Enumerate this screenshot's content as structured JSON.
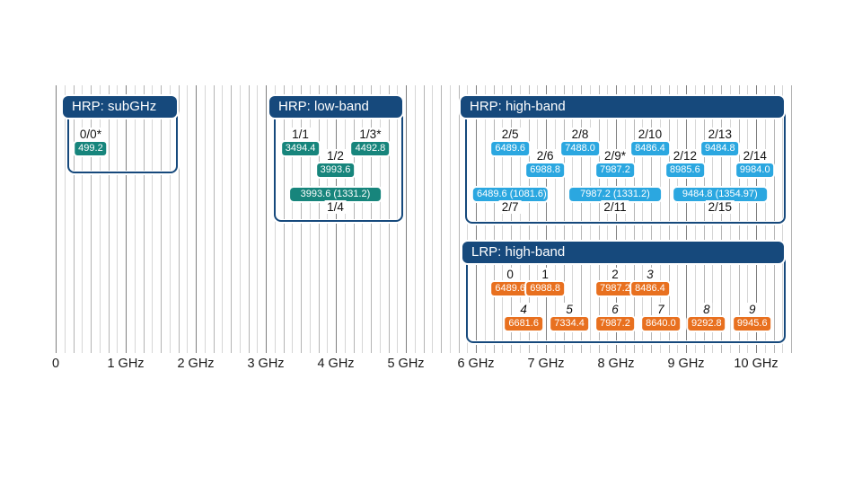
{
  "colors": {
    "navy": "#16497c",
    "teal": "#17857c",
    "blue": "#2ba7e0",
    "orange": "#e8701f",
    "grid_major": "#7f7f7f",
    "grid_medium": "#b4b4b4",
    "grid_minor": "#d6d6d6"
  },
  "axis": {
    "unit": "GHz",
    "ticks": [
      "0",
      "1 GHz",
      "2 GHz",
      "3 GHz",
      "4 GHz",
      "5 GHz",
      "6 GHz",
      "7 GHz",
      "8 GHz",
      "9 GHz",
      "10 GHz"
    ]
  },
  "groups": [
    {
      "id": "hrp-subghz",
      "title": "HRP: subGHz",
      "color_key": "teal",
      "channels": [
        {
          "label": "0/0*",
          "mhz": 499.2,
          "text": "499.2",
          "row": "A"
        }
      ],
      "wide": []
    },
    {
      "id": "hrp-lowband",
      "title": "HRP: low-band",
      "color_key": "teal",
      "channels": [
        {
          "label": "1/1",
          "mhz": 3494.4,
          "text": "3494.4",
          "row": "A"
        },
        {
          "label": "1/2",
          "mhz": 3993.6,
          "text": "3993.6",
          "row": "B"
        },
        {
          "label": "1/3*",
          "mhz": 4492.8,
          "text": "4492.8",
          "row": "A"
        }
      ],
      "wide": [
        {
          "label": "1/4",
          "mhz": 3993.6,
          "bw_mhz": 1331.2,
          "text": "3993.6 (1331.2)"
        }
      ]
    },
    {
      "id": "hrp-highband",
      "title": "HRP: high-band",
      "color_key": "blue",
      "channels": [
        {
          "label": "2/5",
          "mhz": 6489.6,
          "text": "6489.6",
          "row": "A"
        },
        {
          "label": "2/6",
          "mhz": 6988.8,
          "text": "6988.8",
          "row": "B"
        },
        {
          "label": "2/8",
          "mhz": 7488.0,
          "text": "7488.0",
          "row": "A"
        },
        {
          "label": "2/9*",
          "mhz": 7987.2,
          "text": "7987.2",
          "row": "B"
        },
        {
          "label": "2/10",
          "mhz": 8486.4,
          "text": "8486.4",
          "row": "A"
        },
        {
          "label": "2/12",
          "mhz": 8985.6,
          "text": "8985.6",
          "row": "B"
        },
        {
          "label": "2/13",
          "mhz": 9484.8,
          "text": "9484.8",
          "row": "A"
        },
        {
          "label": "2/14",
          "mhz": 9984.0,
          "text": "9984.0",
          "row": "B"
        }
      ],
      "wide": [
        {
          "label": "2/7",
          "mhz": 6489.6,
          "bw_mhz": 1081.6,
          "text": "6489.6 (1081.6)"
        },
        {
          "label": "2/11",
          "mhz": 7987.2,
          "bw_mhz": 1331.2,
          "text": "7987.2 (1331.2)"
        },
        {
          "label": "2/15",
          "mhz": 9484.8,
          "bw_mhz": 1354.97,
          "text": "9484.8 (1354.97)"
        }
      ]
    },
    {
      "id": "lrp-highband",
      "title": "LRP: high-band",
      "color_key": "orange",
      "channels": [
        {
          "label": "0",
          "mhz": 6489.6,
          "text": "6489.6",
          "row": "A"
        },
        {
          "label": "1",
          "mhz": 6988.8,
          "text": "6988.8",
          "row": "A"
        },
        {
          "label": "2",
          "mhz": 7987.2,
          "text": "7987.2",
          "row": "A"
        },
        {
          "label": "3",
          "mhz": 8486.4,
          "text": "8486.4",
          "row": "A",
          "italic": true
        },
        {
          "label": "4",
          "mhz": 6681.6,
          "text": "6681.6",
          "row": "B",
          "italic": true
        },
        {
          "label": "5",
          "mhz": 7334.4,
          "text": "7334.4",
          "row": "B",
          "italic": true
        },
        {
          "label": "6",
          "mhz": 7987.2,
          "text": "7987.2",
          "row": "B",
          "italic": true
        },
        {
          "label": "7",
          "mhz": 8640.0,
          "text": "8640.0",
          "row": "B",
          "italic": true
        },
        {
          "label": "8",
          "mhz": 9292.8,
          "text": "9292.8",
          "row": "B",
          "italic": true
        },
        {
          "label": "9",
          "mhz": 9945.6,
          "text": "9945.6",
          "row": "B",
          "italic": true
        }
      ],
      "wide": []
    }
  ]
}
